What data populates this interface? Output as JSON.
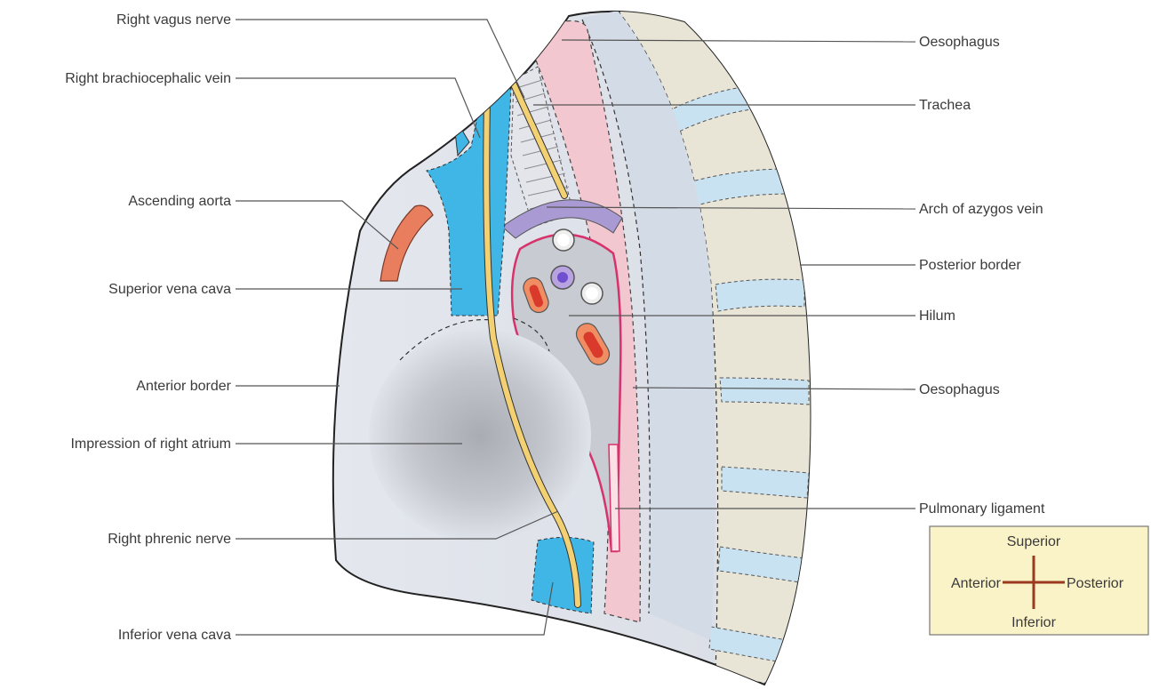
{
  "labels": {
    "right_vagus_nerve": "Right vagus nerve",
    "right_brachiocephalic_vein": "Right brachiocephalic vein",
    "ascending_aorta": "Ascending aorta",
    "superior_vena_cava": "Superior vena cava",
    "anterior_border": "Anterior border",
    "impression_right_atrium": "Impression of right atrium",
    "right_phrenic_nerve": "Right phrenic nerve",
    "inferior_vena_cava": "Inferior vena cava",
    "oesophagus_upper": "Oesophagus",
    "trachea": "Trachea",
    "arch_of_azygos_vein": "Arch of azygos vein",
    "posterior_border": "Posterior border",
    "hilum": "Hilum",
    "oesophagus_lower": "Oesophagus",
    "pulmonary_ligament": "Pulmonary ligament"
  },
  "compass": {
    "superior": "Superior",
    "inferior": "Inferior",
    "anterior": "Anterior",
    "posterior": "Posterior"
  },
  "colors": {
    "lung_surface": "#dfe3ea",
    "vein_blue": "#3fb6e6",
    "aorta_orange": "#e97e5e",
    "nerve_yellow": "#f3d173",
    "oesophagus_pink": "#f3c7cf",
    "hilum_border": "#d6336c",
    "azygos_purple": "#a99ad3",
    "rib_blue": "#c9e2f2",
    "posterior_band": "#e8e3d3",
    "compass_box": "#fbf3c8",
    "compass_cross": "#9b3a1e"
  }
}
